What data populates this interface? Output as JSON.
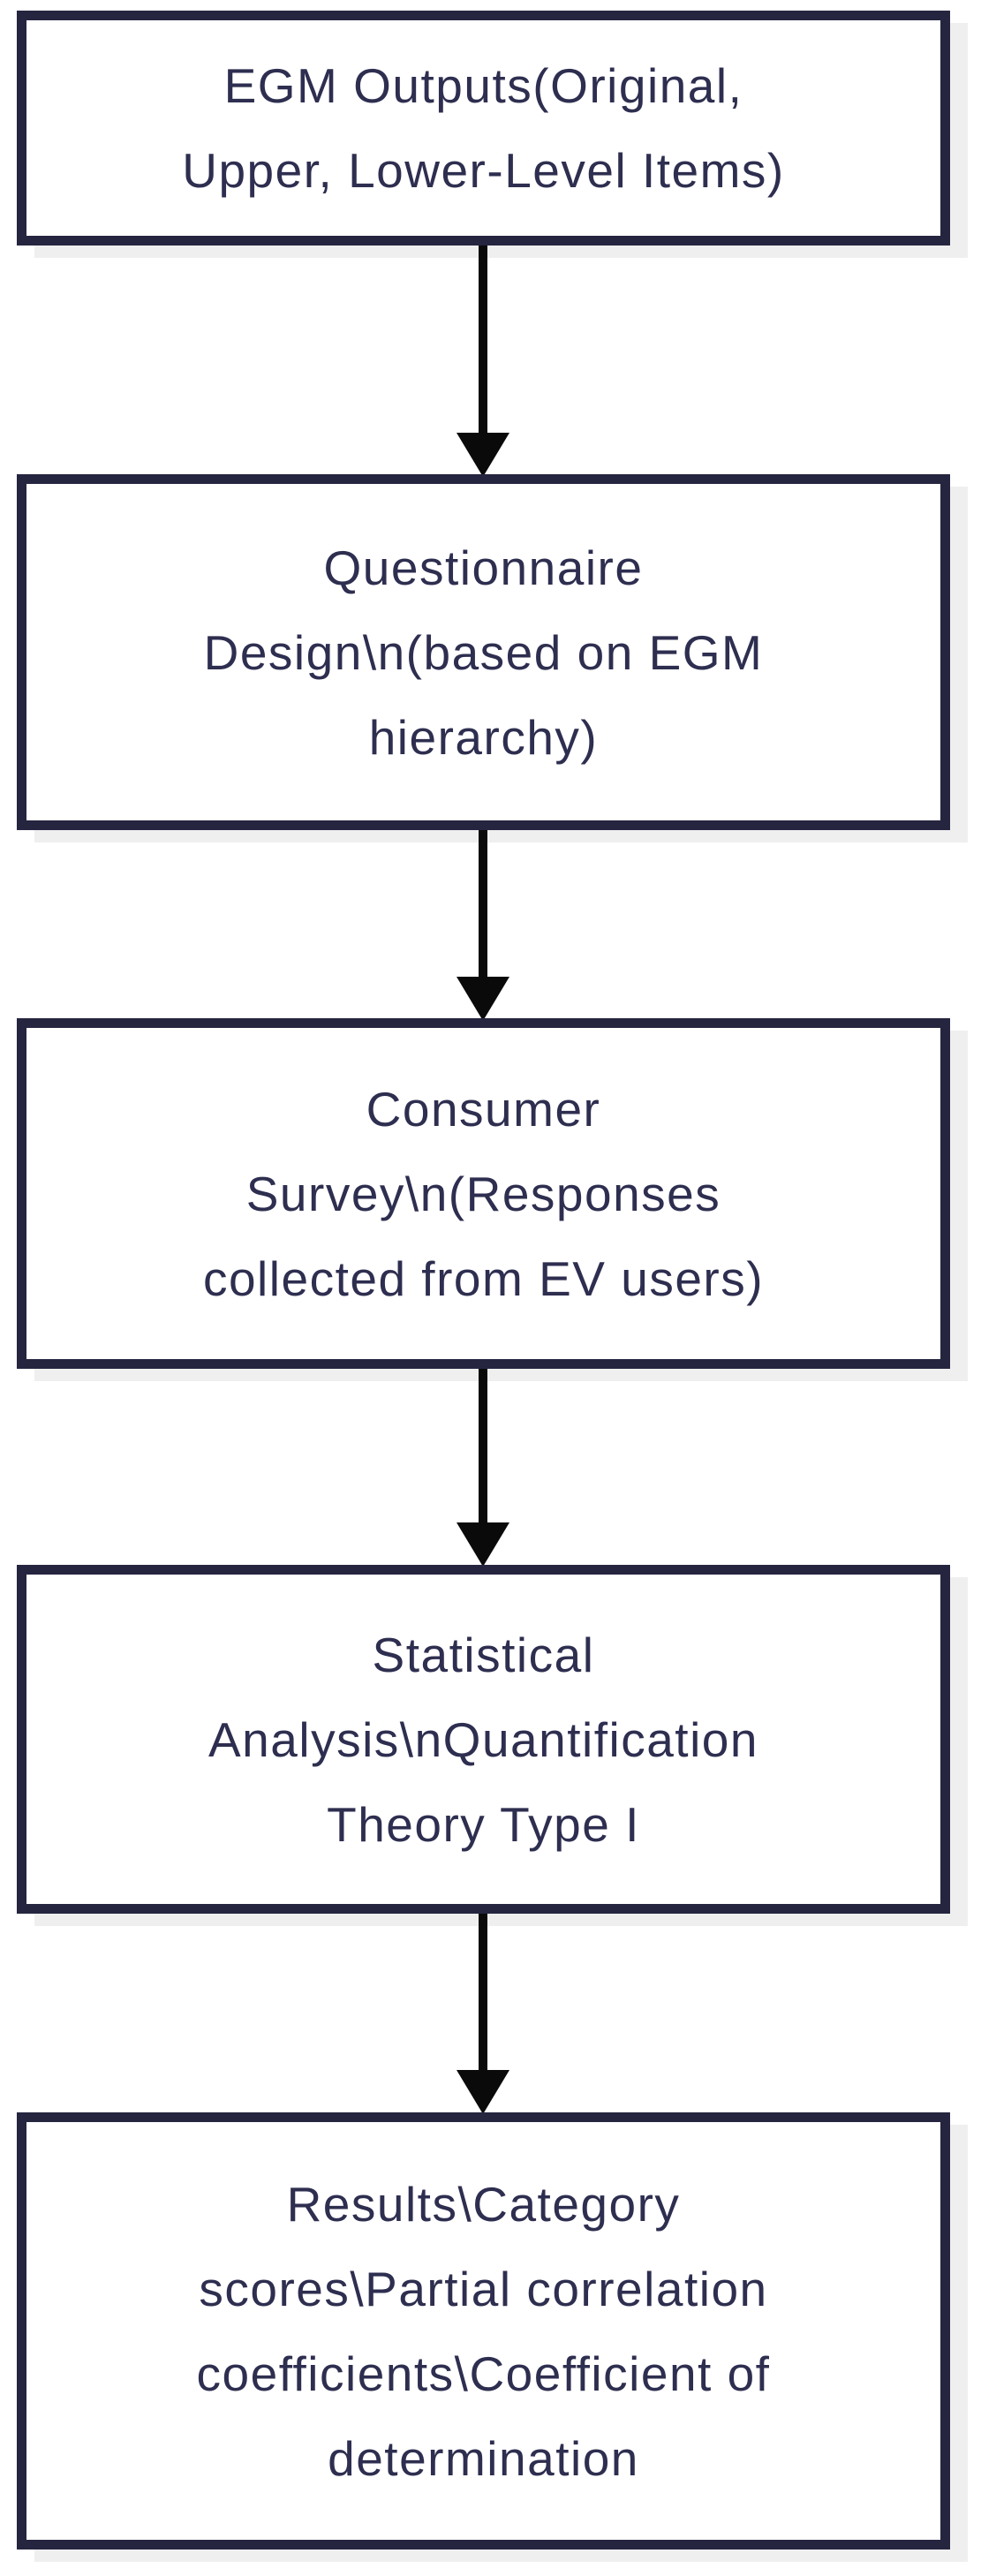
{
  "diagram": {
    "type": "flowchart",
    "direction": "top-down",
    "colors": {
      "background": "#ffffff",
      "box_fill": "#ffffff",
      "box_border": "#252540",
      "text": "#2e2e50",
      "arrow": "#0a0a0a",
      "shadow": "#efefef"
    },
    "boxes": [
      {
        "id": "egm-outputs",
        "lines": [
          "EGM Outputs(Original,",
          "Upper, Lower-Level Items)"
        ]
      },
      {
        "id": "questionnaire-design",
        "lines": [
          "Questionnaire",
          "Design\\n(based on EGM",
          "hierarchy)"
        ]
      },
      {
        "id": "consumer-survey",
        "lines": [
          "Consumer",
          "Survey\\n(Responses",
          "collected from EV users)"
        ]
      },
      {
        "id": "statistical-analysis",
        "lines": [
          "Statistical",
          "Analysis\\nQuantification",
          "Theory Type I"
        ]
      },
      {
        "id": "results",
        "lines": [
          "Results\\Category",
          "scores\\Partial correlation",
          "coefficients\\Coefficient of",
          "determination"
        ]
      }
    ],
    "connectors": [
      {
        "from": "egm-outputs",
        "to": "questionnaire-design"
      },
      {
        "from": "questionnaire-design",
        "to": "consumer-survey"
      },
      {
        "from": "consumer-survey",
        "to": "statistical-analysis"
      },
      {
        "from": "statistical-analysis",
        "to": "results"
      }
    ]
  }
}
